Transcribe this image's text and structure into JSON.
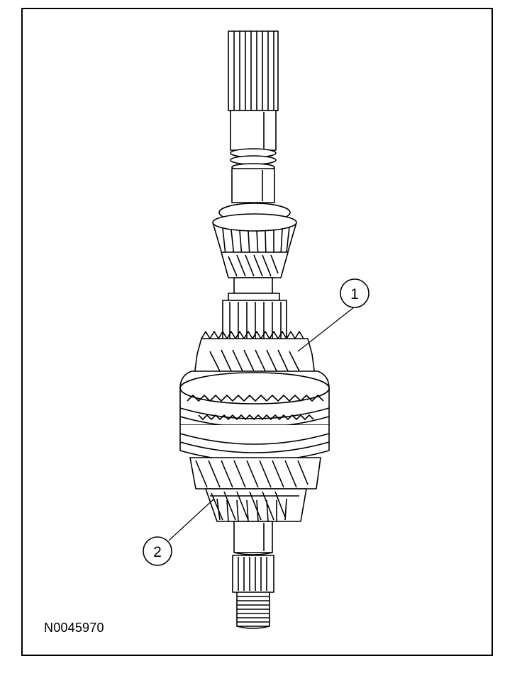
{
  "figure": {
    "id": "N0045970",
    "callouts": [
      {
        "label": "1"
      },
      {
        "label": "2"
      }
    ]
  },
  "colors": {
    "line": "#000000",
    "background": "#ffffff"
  },
  "icons": [
    "shaft-icon",
    "bearing-icon",
    "gear-icon",
    "synchronizer-icon"
  ]
}
